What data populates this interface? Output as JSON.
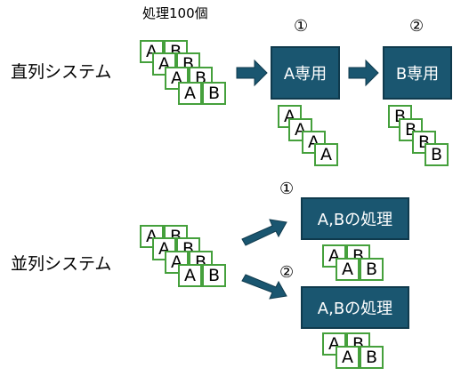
{
  "header": {
    "batch_label": "処理100個"
  },
  "rows": {
    "serial": {
      "label": "直列システム"
    },
    "parallel": {
      "label": "並列システム"
    }
  },
  "markers": {
    "one": "①",
    "two": "②"
  },
  "boxes": {
    "a_only": "A専用",
    "b_only": "B専用",
    "ab_process": "A,Bの処理"
  },
  "letters": {
    "a": "A",
    "b": "B"
  },
  "colors": {
    "box_fill": "#1a5670",
    "cell_border": "#45a03c",
    "arrow": "#1a5670"
  }
}
